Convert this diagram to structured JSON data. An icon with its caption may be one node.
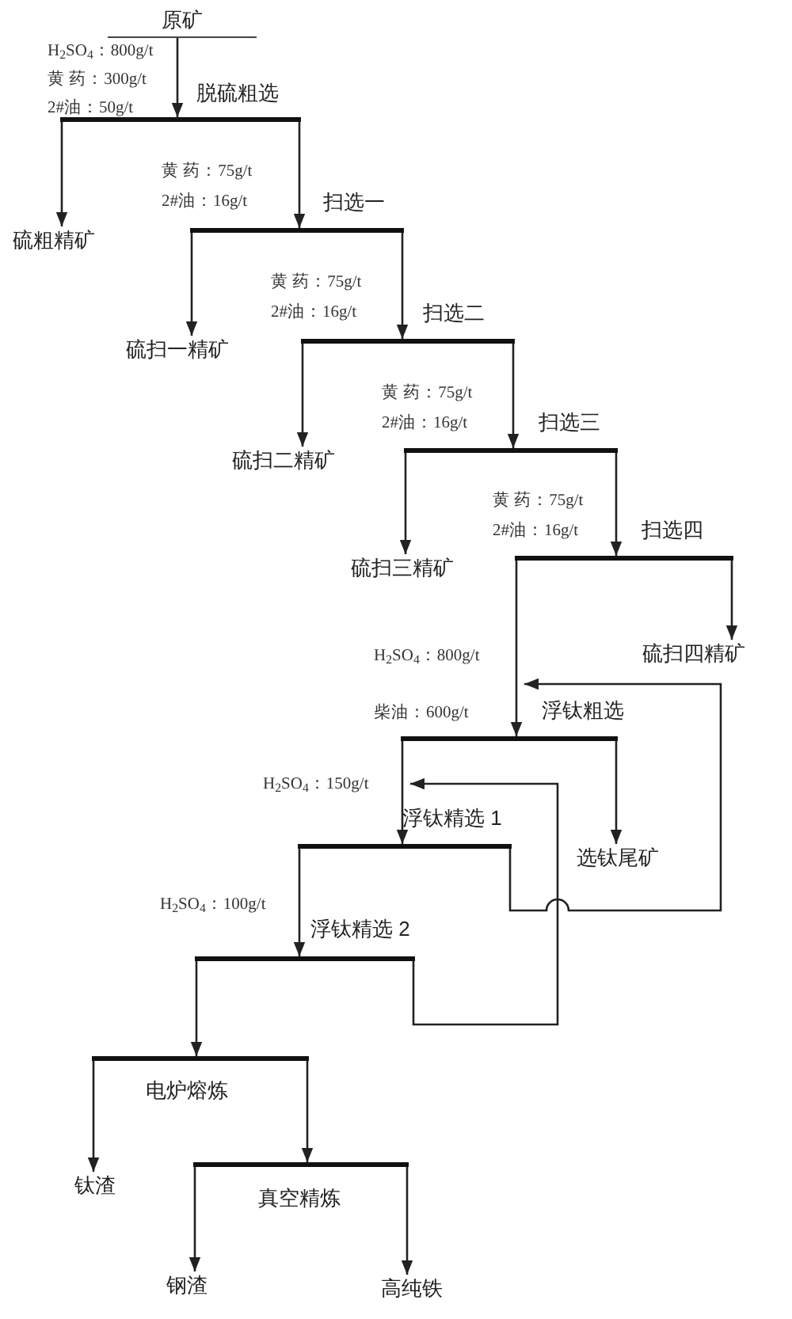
{
  "diagram": {
    "nodes": [
      {
        "text": [
          "原矿"
        ]
      },
      {
        "text": [],
        "shape": "bar",
        "beside": [
          "脱硫粗选",
          "H$_{2}$SO$_{4}$：800g/t",
          "黄 药：300g/t",
          "2#油：50g/t"
        ]
      },
      {
        "text": [
          "硫粗精矿"
        ]
      },
      {
        "text": [],
        "shape": "bar",
        "beside": [
          "扫选一",
          "黄 药：75g/t",
          "2#油：16g/t"
        ]
      },
      {
        "text": [
          "硫扫一精矿"
        ]
      },
      {
        "text": [],
        "shape": "bar",
        "beside": [
          "扫选二",
          "黄 药：75g/t",
          "2#油：16g/t"
        ]
      },
      {
        "text": [
          "硫扫二精矿"
        ]
      },
      {
        "text": [],
        "shape": "bar",
        "beside": [
          "扫选三",
          "黄 药：75g/t",
          "2#油：16g/t"
        ]
      },
      {
        "text": [
          "硫扫三精矿"
        ]
      },
      {
        "text": [],
        "shape": "bar",
        "beside": [
          "扫选四",
          "黄 药：75g/t",
          "2#油：16g/t"
        ]
      },
      {
        "text": [
          "硫扫四精矿"
        ]
      },
      {
        "text": [],
        "shape": "bar",
        "beside": [
          "浮钛粗选",
          "H$_{2}$SO$_{4}$：800g/t",
          "柴油：600g/t"
        ]
      },
      {
        "text": [
          "选钛尾矿"
        ]
      },
      {
        "text": [],
        "shape": "bar",
        "beside": [
          "浮钛精选 1",
          "H$_{2}$SO$_{4}$：150g/t"
        ]
      },
      {
        "text": [],
        "shape": "bar",
        "beside": [
          "浮钛精选 2",
          "H$_{2}$SO$_{4}$：100g/t"
        ]
      },
      {
        "text": [],
        "shape": "bar",
        "beside": [
          "电炉熔炼"
        ]
      },
      {
        "text": [
          "钛渣"
        ]
      },
      {
        "text": [],
        "shape": "bar",
        "beside": [
          "真空精炼"
        ]
      },
      {
        "text": [
          "钢渣"
        ]
      },
      {
        "text": [
          "高纯铁"
        ]
      }
    ],
    "edges": [
      {
        "from": 0,
        "to": 1,
        "arrow": "to"
      },
      {
        "from": 1,
        "to": 2,
        "arrow": "to"
      },
      {
        "from": 1,
        "to": 3,
        "arrow": "to"
      },
      {
        "from": 3,
        "to": 4,
        "arrow": "to"
      },
      {
        "from": 3,
        "to": 5,
        "arrow": "to"
      },
      {
        "from": 5,
        "to": 6,
        "arrow": "to"
      },
      {
        "from": 5,
        "to": 7,
        "arrow": "to"
      },
      {
        "from": 7,
        "to": 8,
        "arrow": "to"
      },
      {
        "from": 7,
        "to": 9,
        "arrow": "to"
      },
      {
        "from": 9,
        "to": 10,
        "arrow": "to"
      },
      {
        "from": 9,
        "to": 11,
        "arrow": "to"
      },
      {
        "from": 11,
        "to": 12,
        "arrow": "to"
      },
      {
        "from": 11,
        "to": 13,
        "arrow": "to"
      },
      {
        "from": 13,
        "to": 11,
        "arrow": "to"
      },
      {
        "from": 13,
        "to": 14,
        "arrow": "to"
      },
      {
        "from": 14,
        "to": 13,
        "arrow": "to"
      },
      {
        "from": 14,
        "to": 15,
        "arrow": "to"
      },
      {
        "from": 15,
        "to": 16,
        "arrow": "to"
      },
      {
        "from": 15,
        "to": 17,
        "arrow": "to"
      },
      {
        "from": 17,
        "to": 18,
        "arrow": "to"
      },
      {
        "from": 17,
        "to": 19,
        "arrow": "to"
      }
    ]
  }
}
